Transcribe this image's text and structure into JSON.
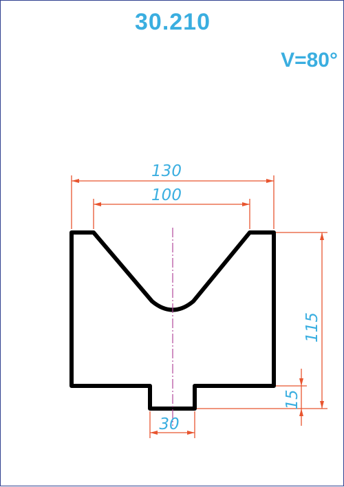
{
  "title": "30.210",
  "angle_label": "V=80°",
  "dimensions": {
    "width_total": "130",
    "v_opening": "100",
    "height_total": "115",
    "tang_height": "15",
    "tang_width": "30"
  },
  "colors": {
    "text": "#3aaee0",
    "dimension_lines": "#e8552f",
    "outline": "#000000",
    "centerline": "#b0479a",
    "border": "#2f3f8f"
  }
}
